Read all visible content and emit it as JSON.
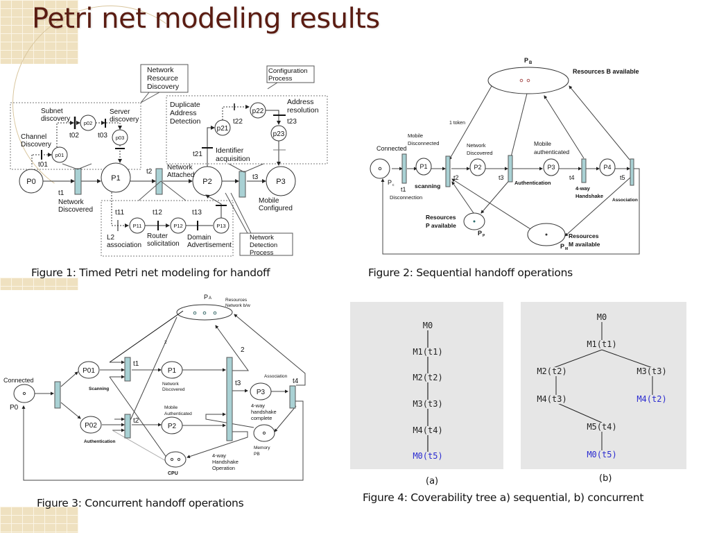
{
  "slide": {
    "title": "Petri net modeling results",
    "accent_color": "#5a1c12"
  },
  "figure1": {
    "caption": "Figure 1: Timed Petri net modeling for handoff",
    "callouts": {
      "network_resource_discovery": [
        "Network",
        "Resource",
        "Discovery"
      ],
      "configuration_process": [
        "Configuration",
        "Process"
      ],
      "network_detection_process": [
        "Network",
        "Detection",
        "Process"
      ]
    },
    "places": {
      "P0": "P0",
      "P1": "P1",
      "P2": "P2",
      "P3": "P3",
      "p01": "p01",
      "p02": "p02",
      "p03": "p03",
      "p21": "p21",
      "p22": "p22",
      "p23": "p23",
      "P11": "P11",
      "P12": "P12",
      "P13": "P13"
    },
    "transitions": {
      "t1": "t1",
      "t2": "t2",
      "t3": "t3",
      "t01": "t01",
      "t02": "t02",
      "t03": "t03",
      "t21": "t21",
      "t22": "t22",
      "t23": "t23",
      "t11": "t11",
      "t12": "t12",
      "t13": "t13"
    },
    "labels": {
      "subnet_discovery": [
        "Subnet",
        "discovery"
      ],
      "server_discovery": [
        "Server",
        "discovery"
      ],
      "channel_discovery": [
        "Channel",
        "Discovery"
      ],
      "duplicate_address_detection": [
        "Duplicate",
        "Address",
        "Detection"
      ],
      "address_resolution": [
        "Address",
        "resolution"
      ],
      "identifier_acquisition": [
        "Identifier",
        "acquisition"
      ],
      "network_attached": [
        "Network",
        "Attached"
      ],
      "network_discovered": [
        "Network",
        "Discovered"
      ],
      "mobile_configured": [
        "Mobile",
        "Configured"
      ],
      "l2_association": [
        "L2",
        "association"
      ],
      "router_solicitation": [
        "Router",
        "solicitation"
      ],
      "domain_advertisement": [
        "Domain",
        "Advertisement"
      ]
    }
  },
  "figure2": {
    "caption": "Figure 2: Sequential  handoff operations",
    "places": {
      "Pc": "P",
      "Pc_sub": "c",
      "P1": "P1",
      "P2": "P2",
      "P3": "P3",
      "P4": "P4",
      "PB": "P",
      "PB_sub": "B",
      "PP": "P",
      "PP_sub": "P",
      "PM": "P",
      "PM_sub": "M"
    },
    "transitions": {
      "t1": "t1",
      "t2": "t2",
      "t3": "t3",
      "t4": "t4",
      "t5": "t5"
    },
    "labels": {
      "resources_b": "Resources B available",
      "one_token": "1 token",
      "connected": "Connected",
      "mobile_disconnected": [
        "Mobile",
        "Disconnected"
      ],
      "network_discovered": [
        "Network",
        "Discovered"
      ],
      "mobile_authenticated": [
        "Mobile",
        "authenticated"
      ],
      "scanning": "scanning",
      "disconnection": "Disconnection",
      "authentication": "Authentication",
      "four_way_handshake": [
        "4-way",
        "Handshake"
      ],
      "association": "Association",
      "resources_p": [
        "Resources",
        "P available"
      ],
      "resources_m": [
        "Resources",
        "M available"
      ]
    },
    "tokens": {
      "PB": 2,
      "PP": 1,
      "PM": 1,
      "Pc": 1
    }
  },
  "figure3": {
    "caption": "Figure 3: Concurrent handoff operations",
    "places": {
      "P0": "P0",
      "P01": "P01",
      "P02": "P02",
      "P1": "P1",
      "P2": "P2",
      "P3": "P3",
      "PA": "P",
      "PA_sub": "A"
    },
    "transitions": {
      "t1": "t1",
      "t2": "t2",
      "t3": "t3",
      "t4": "t4"
    },
    "labels": {
      "connected": "Connected",
      "resources_network": [
        "Resources",
        "Network b/w"
      ],
      "scanning": "Scanning",
      "authentication": "Authentication",
      "network_discovered": [
        "Network",
        "Discovered"
      ],
      "mobile_authenticated": [
        "Mobile",
        "Authenticated"
      ],
      "association": "Association",
      "handshake_complete": [
        "4-way",
        "handshake",
        "complete"
      ],
      "memory_pb": [
        "Memory",
        "PB"
      ],
      "handshake_operation": [
        "4-way",
        "Handshake",
        "Operation"
      ],
      "cpu": "CPU",
      "weight_2a": "2",
      "weight_2b": "2"
    },
    "tokens": {
      "PA": 3,
      "CPU": 2,
      "Memory": 1,
      "P0": 1
    }
  },
  "figure4": {
    "caption": "Figure 4: Coverability tree a) sequential, b) concurrent",
    "tree_a": {
      "sublabel": "(a)",
      "nodes": [
        "M0",
        "M1(t1)",
        "M2(t2)",
        "M3(t3)",
        "M4(t4)",
        "M0(t5)"
      ],
      "leaf_color": "#2a2ad0"
    },
    "tree_b": {
      "sublabel": "(b)",
      "nodes": [
        "M0",
        "M1(t1)",
        "M2(t2)",
        "M3(t3)",
        "M4(t3)",
        "M4(t2)",
        "M5(t4)",
        "M0(t5)"
      ],
      "edges": [
        [
          "M0",
          "M1(t1)"
        ],
        [
          "M1(t1)",
          "M2(t2)"
        ],
        [
          "M1(t1)",
          "M3(t3)"
        ],
        [
          "M2(t2)",
          "M4(t3)"
        ],
        [
          "M3(t3)",
          "M4(t2)"
        ],
        [
          "M4(t3)",
          "M5(t4)"
        ],
        [
          "M5(t4)",
          "M0(t5)"
        ]
      ],
      "leaves": [
        "M4(t2)",
        "M0(t5)"
      ]
    }
  }
}
